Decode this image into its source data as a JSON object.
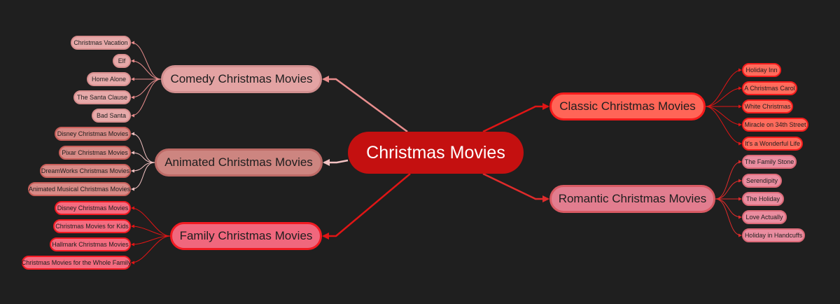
{
  "root": {
    "label": "Christmas Movies",
    "color": "#c41010"
  },
  "branches": [
    {
      "id": "comedy",
      "label": "Comedy Christmas Movies",
      "edge_color": "#e88d8d",
      "children": [
        "Christmas Vacation",
        "Elf",
        "Home Alone",
        "The Santa Clause",
        "Bad Santa"
      ]
    },
    {
      "id": "animated",
      "label": "Animated Christmas Movies",
      "edge_color": "#f2c2c2",
      "children": [
        "Disney Christmas Movies",
        "Pixar Christmas Movies",
        "DreamWorks Christmas Movies",
        "Animated Musical Christmas Movies"
      ]
    },
    {
      "id": "family",
      "label": "Family Christmas Movies",
      "edge_color": "#e01515",
      "children": [
        "Disney Christmas Movies",
        "Christmas Movies for Kids",
        "Hallmark Christmas Movies",
        "Christmas Movies for the Whole Family"
      ]
    },
    {
      "id": "classic",
      "label": "Classic Christmas Movies",
      "edge_color": "#e01515",
      "children": [
        "Holiday Inn",
        "A Christmas Carol",
        "White Christmas",
        "Miracle on 34th Street",
        "It's a Wonderful Life"
      ]
    },
    {
      "id": "romantic",
      "label": "Romantic Christmas Movies",
      "edge_color": "#e02b2b",
      "children": [
        "The Family Stone",
        "Serendipity",
        "The Holiday",
        "Love Actually",
        "Holiday in Handcuffs"
      ]
    }
  ]
}
